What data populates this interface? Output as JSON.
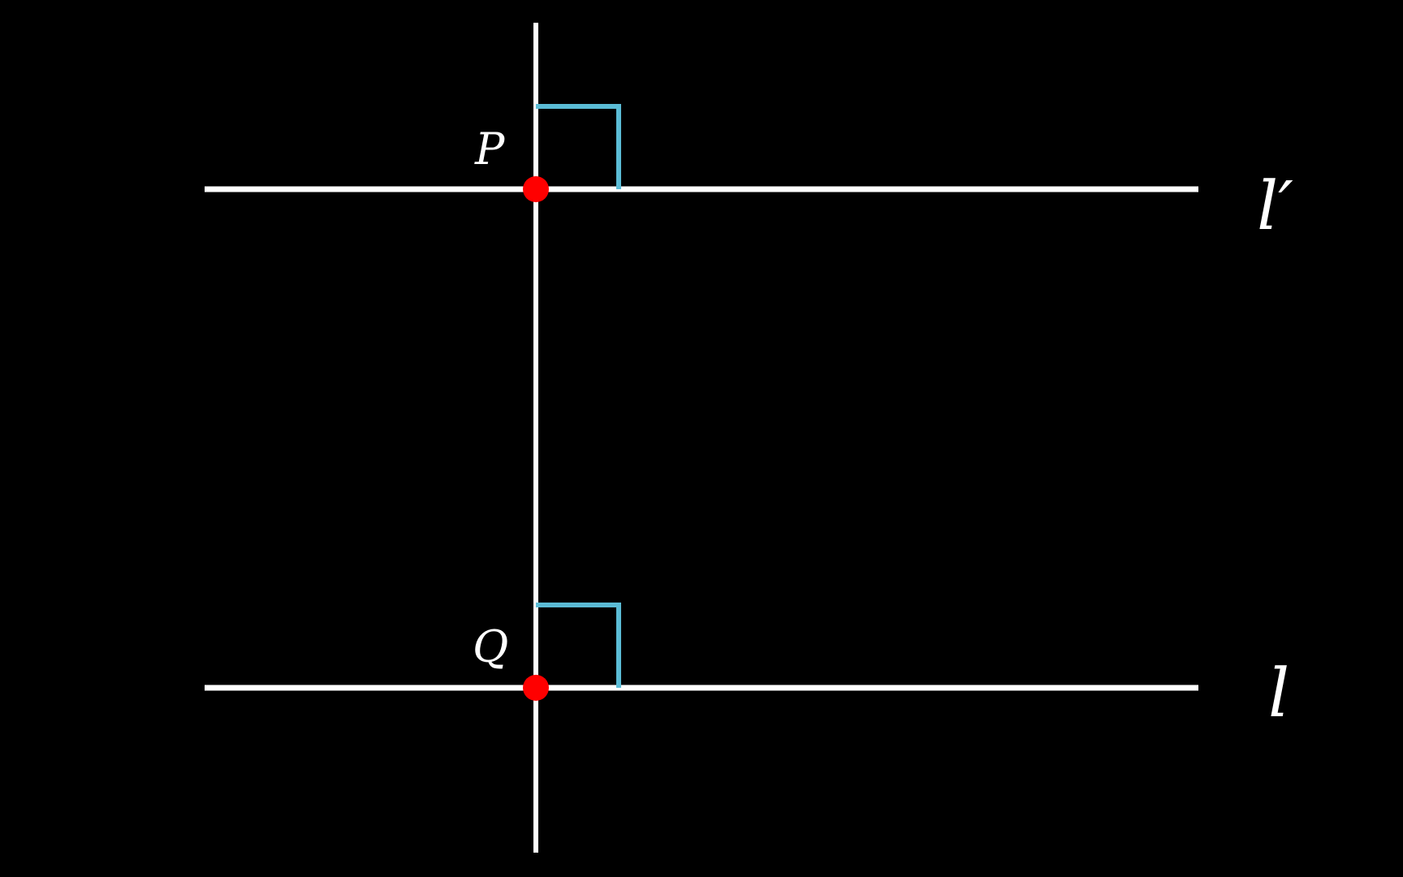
{
  "colors": {
    "background": "#000000",
    "line": "#ffffff",
    "right_angle_marker": "#5bbcd6",
    "point": "#ff0000"
  },
  "points": [
    {
      "name": "P",
      "label": "P"
    },
    {
      "name": "Q",
      "label": "Q"
    }
  ],
  "lines": [
    {
      "name": "l-prime",
      "label": "l′"
    },
    {
      "name": "l",
      "label": "l"
    }
  ],
  "right_angle_markers": 2
}
